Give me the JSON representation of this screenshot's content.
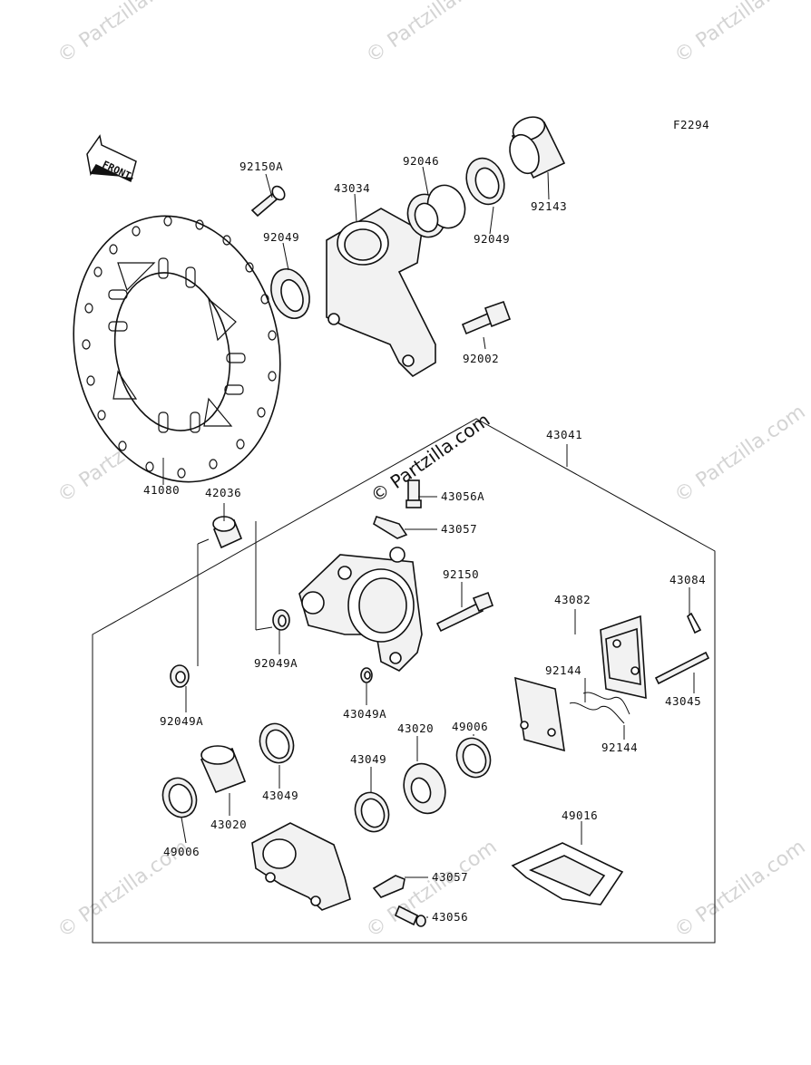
{
  "figure_code": "F2294",
  "front_arrow_label": "FRONT",
  "watermark": {
    "main": "© Partzilla.com",
    "faint": "© Partzilla.com"
  },
  "labels": {
    "p92150A": "92150A",
    "p92046": "92046",
    "p43034": "43034",
    "p92049_left": "92049",
    "p92049_right": "92049",
    "p92143": "92143",
    "p92002": "92002",
    "p41080": "41080",
    "p42036": "42036",
    "p43041": "43041",
    "p43056A": "43056A",
    "p43057_top": "43057",
    "p92150": "92150",
    "p43084": "43084",
    "p43082": "43082",
    "p92049A_mid": "92049A",
    "p92049A_left": "92049A",
    "p43049A": "43049A",
    "p92144_top": "92144",
    "p92144_bottom": "92144",
    "p43045": "43045",
    "p49006_right": "49006",
    "p43020_right": "43020",
    "p43049_mid": "43049",
    "p43049_left": "43049",
    "p43020_left": "43020",
    "p49006_left": "49006",
    "p49016": "49016",
    "p43057_bottom": "43057",
    "p43056": "43056"
  }
}
